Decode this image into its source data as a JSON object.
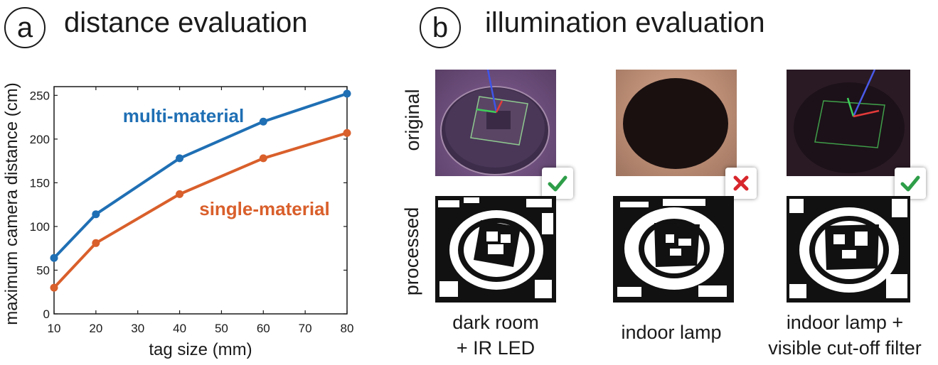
{
  "panel_a": {
    "letter": "a",
    "title": "distance evaluation"
  },
  "panel_b": {
    "letter": "b",
    "title": "illumination evaluation"
  },
  "chart_data": {
    "type": "line",
    "xlabel": "tag size (mm)",
    "ylabel": "maximum camera distance (cm)",
    "x": [
      10,
      20,
      40,
      60,
      80
    ],
    "xlim": [
      10,
      80
    ],
    "ylim": [
      0,
      260
    ],
    "xticks": [
      "10",
      "20",
      "30",
      "40",
      "50",
      "60",
      "70",
      "80"
    ],
    "yticks": [
      "0",
      "50",
      "100",
      "150",
      "200",
      "250"
    ],
    "grid": false,
    "series": [
      {
        "name": "multi-material",
        "color": "#1f6fb4",
        "values": [
          64,
          114,
          178,
          220,
          252
        ]
      },
      {
        "name": "single-material",
        "color": "#d95f2b",
        "values": [
          30,
          81,
          137,
          178,
          207
        ]
      }
    ]
  },
  "rows": {
    "top": "original",
    "bottom": "processed"
  },
  "conditions": [
    {
      "line1": "dark room",
      "line2": "+ IR LED",
      "result": "check",
      "result_color": "#2e9e49"
    },
    {
      "line1": "indoor lamp",
      "line2": "",
      "result": "cross",
      "result_color": "#d7262c"
    },
    {
      "line1": "indoor lamp +",
      "line2": "visible cut-off filter",
      "result": "check",
      "result_color": "#2e9e49"
    }
  ]
}
